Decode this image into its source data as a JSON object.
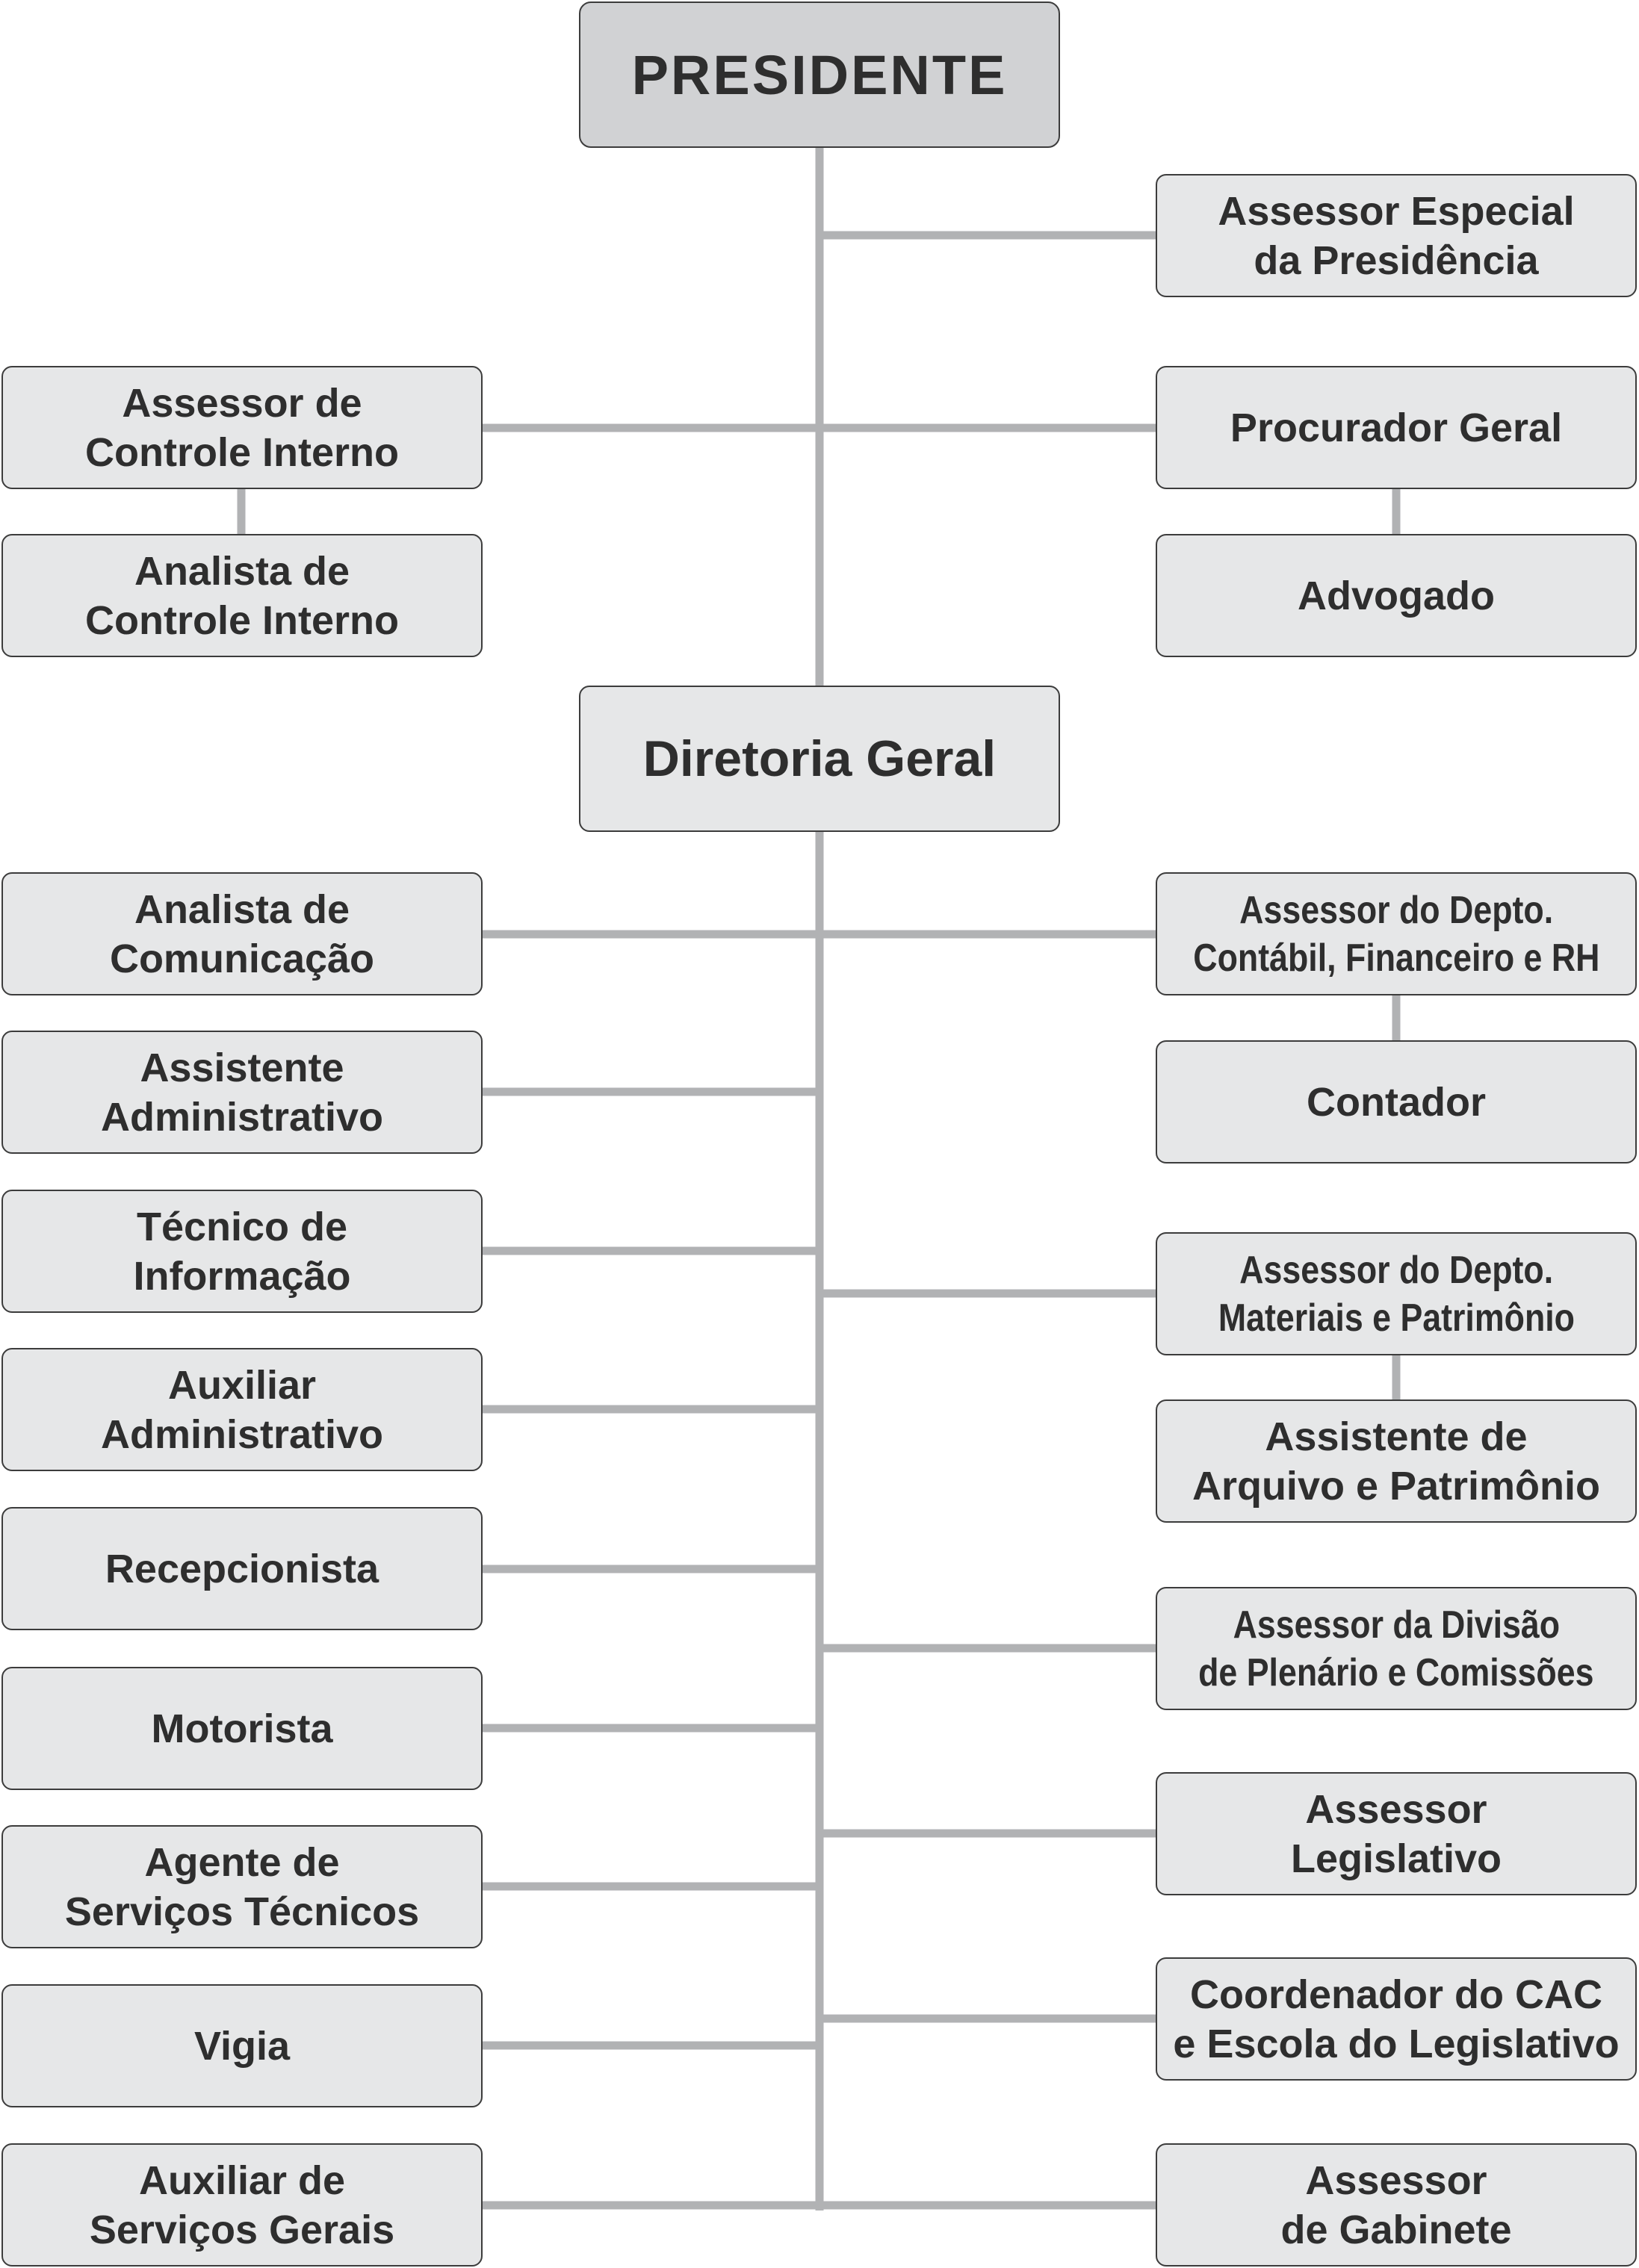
{
  "president": "PRESIDENTE",
  "director": "Diretoria Geral",
  "assessor_especial": [
    "Assessor Especial",
    "da Presidência"
  ],
  "procurador": "Procurador Geral",
  "advogado": "Advogado",
  "controle_interno": [
    "Assessor de",
    "Controle Interno"
  ],
  "analista_controle": [
    "Analista de",
    "Controle Interno"
  ],
  "left": [
    [
      "Analista de",
      "Comunicação"
    ],
    [
      "Assistente",
      "Administrativo"
    ],
    [
      "Técnico de",
      "Informação"
    ],
    [
      "Auxiliar",
      "Administrativo"
    ],
    [
      "Recepcionista"
    ],
    [
      "Motorista"
    ],
    [
      "Agente de",
      "Serviços Técnicos"
    ],
    [
      "Vigia"
    ],
    [
      "Auxiliar de",
      "Serviços Gerais"
    ]
  ],
  "right": {
    "contabil": [
      "Assessor do Depto.",
      "Contábil, Financeiro e RH"
    ],
    "contador": "Contador",
    "materiais": [
      "Assessor do Depto.",
      "Materiais e Patrimônio"
    ],
    "arquivo": [
      "Assistente de",
      "Arquivo e Patrimônio"
    ],
    "plenario": [
      "Assessor da Divisão",
      "de Plenário e Comissões"
    ],
    "legislativo": [
      "Assessor",
      "Legislativo"
    ],
    "cac": [
      "Coordenador do CAC",
      "e Escola do Legislativo"
    ],
    "gabinete": [
      "Assessor",
      "de Gabinete"
    ]
  },
  "colors": {
    "box_fill": "#e6e7e8",
    "top_fill": "#d1d2d4",
    "border": "#3c3c3c",
    "line": "#b1b2b4",
    "text": "#2e2e2e"
  }
}
